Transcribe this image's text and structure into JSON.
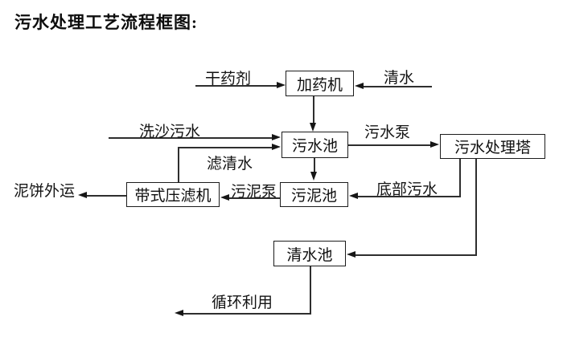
{
  "title": "污水处理工艺流程框图:",
  "diagram": {
    "nodes": [
      {
        "id": "dosing-machine",
        "label": "加药机"
      },
      {
        "id": "sewage-pool",
        "label": "污水池"
      },
      {
        "id": "treatment-tower",
        "label": "污水处理塔"
      },
      {
        "id": "sludge-pool",
        "label": "污泥池"
      },
      {
        "id": "belt-filter-press",
        "label": "带式压滤机"
      },
      {
        "id": "clean-water-pool",
        "label": "清水池"
      }
    ],
    "flow_labels": [
      {
        "id": "dry-chemical",
        "label": "干药剂"
      },
      {
        "id": "clean-water",
        "label": "清水"
      },
      {
        "id": "sand-washing-sewage",
        "label": "洗沙污水"
      },
      {
        "id": "sewage-pump",
        "label": "污水泵"
      },
      {
        "id": "filtered-clean-water",
        "label": "滤清水"
      },
      {
        "id": "sludge-pump",
        "label": "污泥泵"
      },
      {
        "id": "bottom-sewage",
        "label": "底部污水"
      },
      {
        "id": "mud-cake-transport",
        "label": "泥饼外运"
      },
      {
        "id": "recycling-use",
        "label": "循环利用"
      }
    ],
    "edges": [
      {
        "from": "dry-chemical-source",
        "to": "dosing-machine",
        "label": "干药剂"
      },
      {
        "from": "clean-water-source",
        "to": "dosing-machine",
        "label": "清水"
      },
      {
        "from": "dosing-machine",
        "to": "sewage-pool",
        "label": ""
      },
      {
        "from": "sand-washing-source",
        "to": "sewage-pool",
        "label": "洗沙污水"
      },
      {
        "from": "belt-filter-press",
        "to": "sewage-pool",
        "label": "滤清水"
      },
      {
        "from": "sewage-pool",
        "to": "treatment-tower",
        "label": "污水泵"
      },
      {
        "from": "sewage-pool",
        "to": "sludge-pool",
        "label": ""
      },
      {
        "from": "treatment-tower",
        "to": "sludge-pool",
        "label": "底部污水"
      },
      {
        "from": "treatment-tower",
        "to": "clean-water-pool",
        "label": ""
      },
      {
        "from": "sludge-pool",
        "to": "belt-filter-press",
        "label": "污泥泵"
      },
      {
        "from": "belt-filter-press",
        "to": "outside",
        "label": "泥饼外运"
      },
      {
        "from": "clean-water-pool",
        "to": "reuse",
        "label": "循环利用"
      }
    ],
    "colors": {
      "background": "#ffffff",
      "line": "#2e2e2e",
      "box_border": "#1c1c1c",
      "text": "#111111"
    }
  }
}
